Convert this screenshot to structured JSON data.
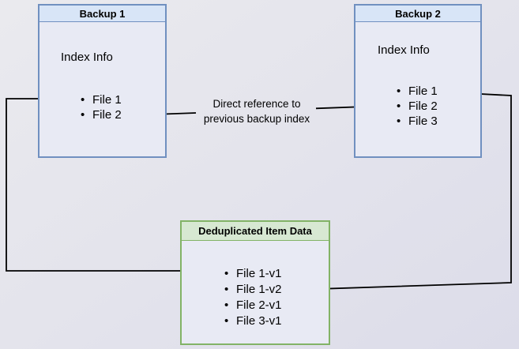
{
  "page": {
    "background_color": "#e3e3ec"
  },
  "diagram": {
    "backup1": {
      "title": "Backup 1",
      "section_label": "Index Info",
      "items": [
        "File 1",
        "File 2"
      ],
      "header_color": "#d8e5f7",
      "border_color": "#7090c0",
      "body_color": "#e8eaf4"
    },
    "backup2": {
      "title": "Backup 2",
      "section_label": "Index Info",
      "items": [
        "File 1",
        "File 2",
        "File 3"
      ],
      "header_color": "#d8e5f7",
      "border_color": "#7090c0",
      "body_color": "#e8eaf4"
    },
    "dedup": {
      "title": "Deduplicated Item Data",
      "items": [
        "File 1-v1",
        "File 1-v2",
        "File 2-v1",
        "File 3-v1"
      ],
      "header_color": "#d7e8d2",
      "border_color": "#82b366",
      "body_color": "#e8eaf4"
    },
    "annotation": {
      "line1": "Direct reference to",
      "line2": "previous backup index"
    },
    "connector_color": "#000000"
  },
  "icons": {
    "bullet": "•"
  }
}
